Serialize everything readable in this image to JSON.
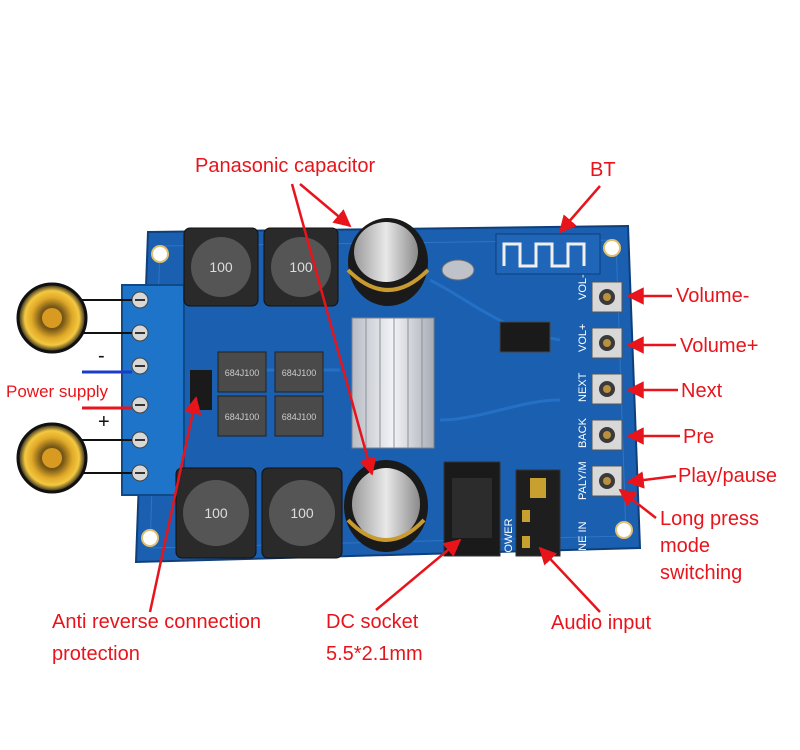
{
  "labels": {
    "panasonic_capacitor": "Panasonic capacitor",
    "bt": "BT",
    "volume_minus": "Volume-",
    "volume_plus": "Volume+",
    "next": "Next",
    "pre": "Pre",
    "play_pause": "Play/pause",
    "long_press_1": "Long press",
    "long_press_2": "mode",
    "long_press_3": "switching",
    "power_supply": "Power supply",
    "minus_sign": "-",
    "plus_sign": "+",
    "anti_reverse_1": "Anti reverse connection",
    "anti_reverse_2": "protection",
    "dc_socket_1": "DC socket",
    "dc_socket_2": "5.5*2.1mm",
    "audio_input": "Audio input"
  },
  "silkscreen": {
    "inductor": "100",
    "resistor_a": "684J100",
    "resistor_b": "684J100",
    "vol_minus": "VOL-",
    "vol_plus": "VOL+",
    "next": "NEXT",
    "back": "BACK",
    "paly_m": "PALY/M",
    "line_in": "LINE IN",
    "power": "POWER"
  },
  "colors": {
    "pcb": "#1a5fb0",
    "pcb_dark": "#134a8c",
    "terminal": "#1e74c8",
    "annotation": "#e8141c",
    "wire_blue": "#1b3cc8"
  }
}
